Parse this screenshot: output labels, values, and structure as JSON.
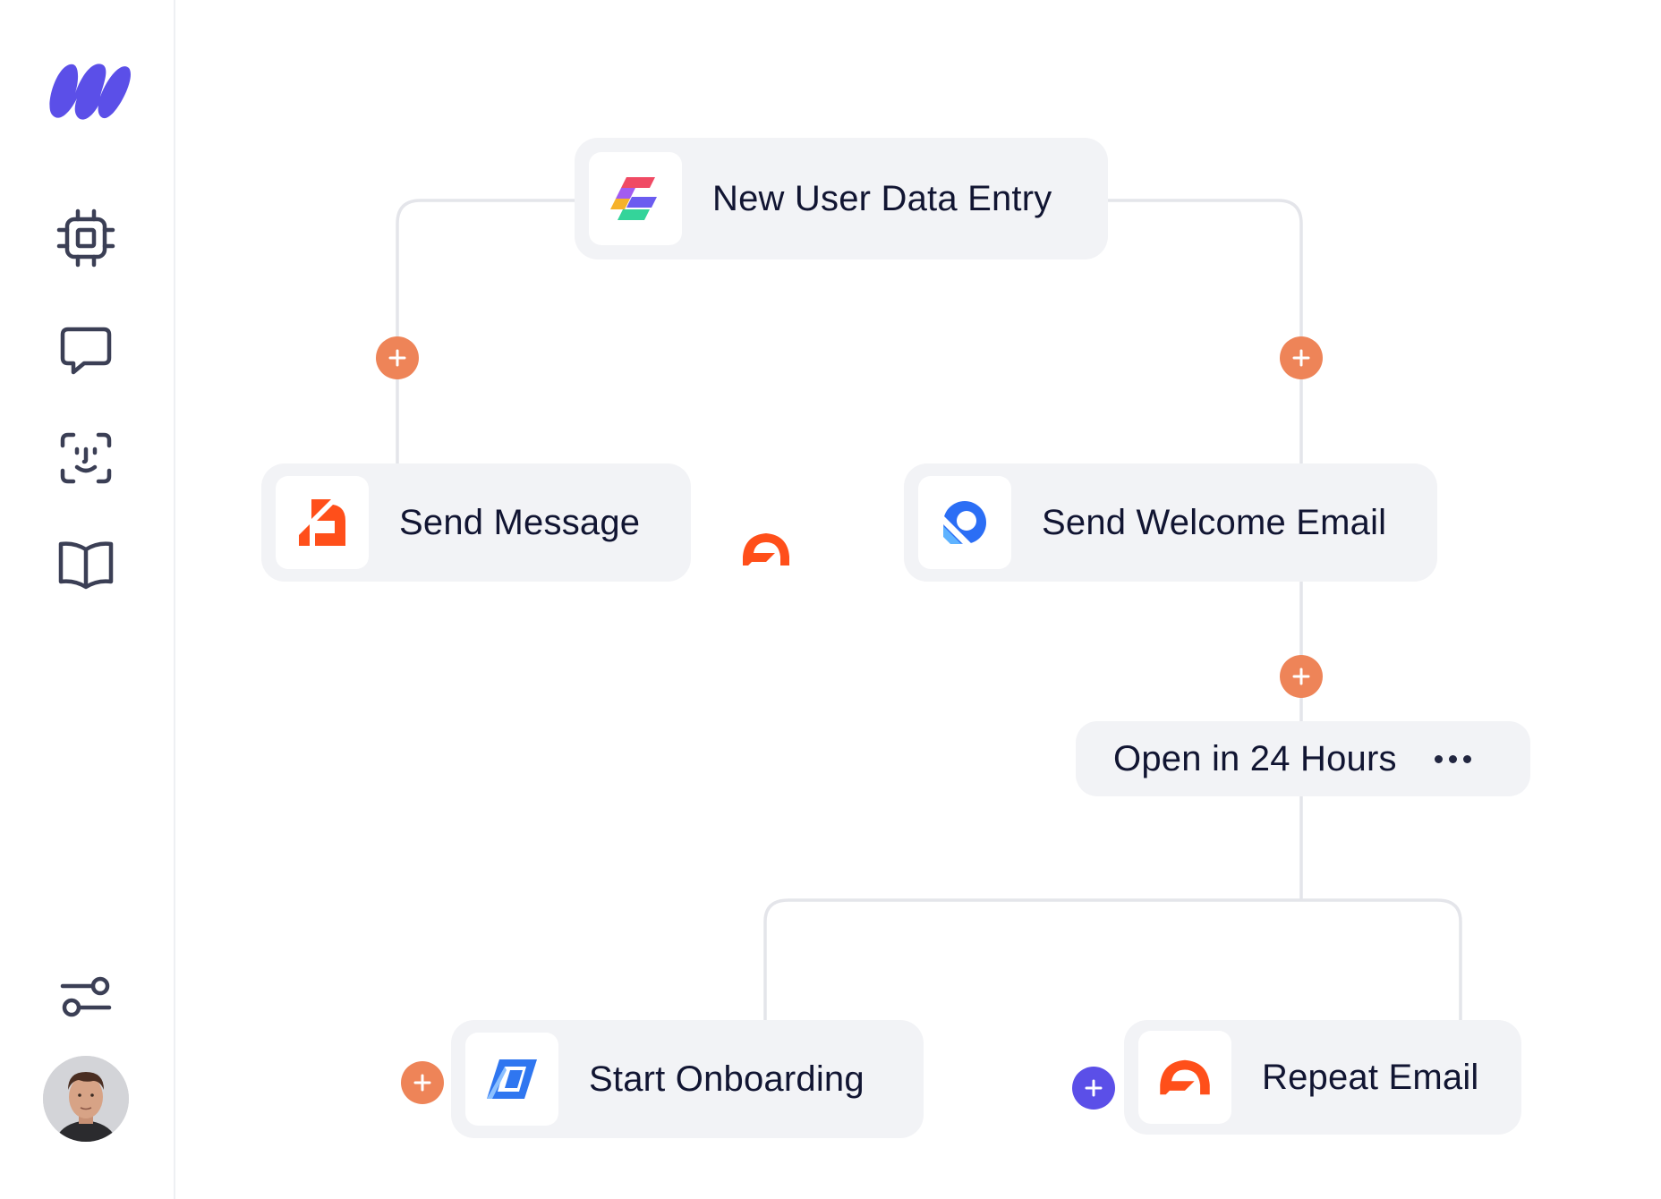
{
  "app": {
    "brand_logo": "brand-m-logo"
  },
  "sidebar": {
    "items": [
      {
        "id": "processor",
        "icon": "cpu-icon"
      },
      {
        "id": "messages",
        "icon": "chat-bubble-icon"
      },
      {
        "id": "face-scan",
        "icon": "face-id-icon"
      },
      {
        "id": "docs",
        "icon": "book-icon"
      }
    ],
    "bottom": [
      {
        "id": "settings",
        "icon": "sliders-icon"
      },
      {
        "id": "profile",
        "icon": "user-avatar"
      }
    ]
  },
  "workflow": {
    "trigger": {
      "label": "New User Data Entry",
      "icon": "colorful-s-logo-icon"
    },
    "left_action": {
      "label": "Send Message",
      "icon": "orange-box-logo-icon"
    },
    "right_action": {
      "label": "Send Welcome Email",
      "icon": "blue-q-logo-icon"
    },
    "condition": {
      "label": "Open in 24 Hours",
      "menu_icon": "more-dots-icon"
    },
    "branch_a": {
      "label": "Start Onboarding",
      "icon": "blue-cube-logo-icon"
    },
    "branch_b": {
      "label": "Repeat Email",
      "icon": "orange-arch-logo-icon"
    },
    "floating_logo": "orange-arch-logo-icon",
    "add_step_icon": "plus-icon"
  },
  "colors": {
    "accent": "#5b4fe8",
    "add_button": "#ee8458",
    "node_bg": "#f2f3f6",
    "text": "#111532",
    "connector": "#e4e5ea"
  }
}
